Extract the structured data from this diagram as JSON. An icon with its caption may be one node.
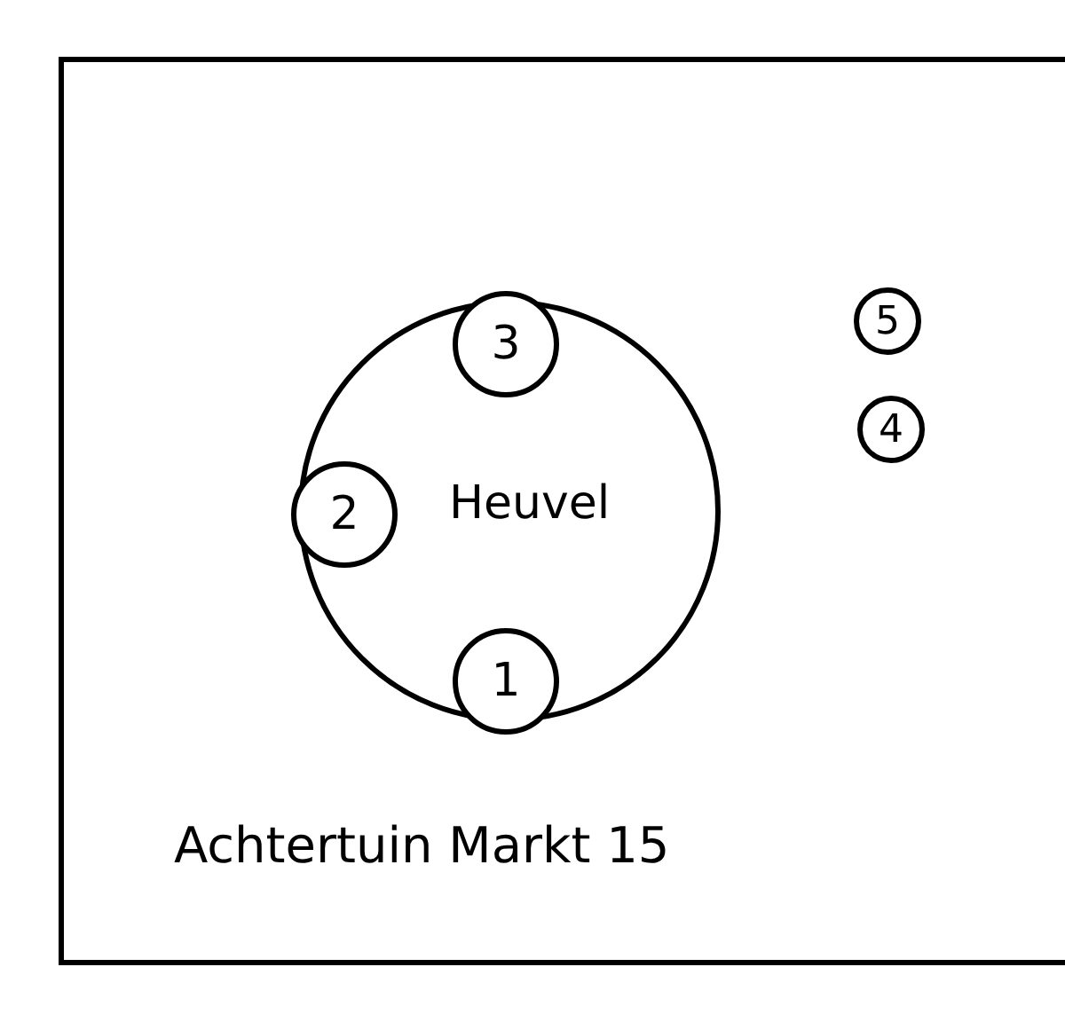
{
  "diagram": {
    "nodes": [
      {
        "text": [
          "Achtertuin Markt 15"
        ]
      },
      {
        "text": [
          "Heuvel"
        ],
        "in": 0
      },
      {
        "text": [
          "3"
        ],
        "in": 0
      },
      {
        "text": [
          "2"
        ],
        "in": 0
      },
      {
        "text": [
          "1"
        ],
        "in": 0
      },
      {
        "text": [
          "5"
        ],
        "in": 0
      },
      {
        "text": [
          "4"
        ],
        "in": 0
      }
    ],
    "edges": []
  }
}
